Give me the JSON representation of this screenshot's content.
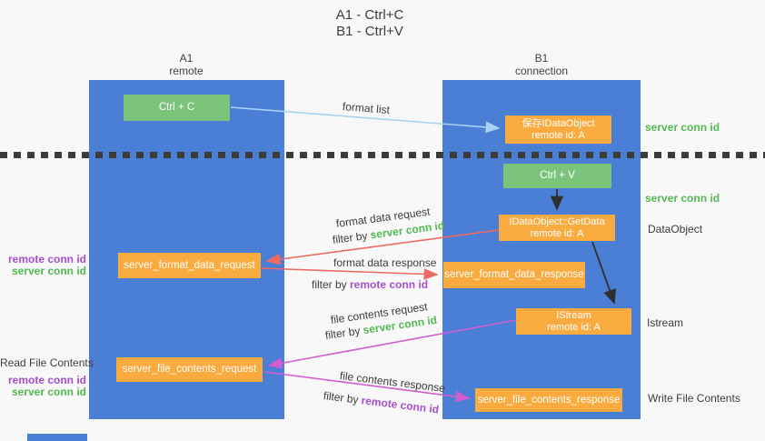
{
  "title": {
    "line1": "A1 - Ctrl+C",
    "line2": "B1 - Ctrl+V"
  },
  "columns": {
    "a1": {
      "name": "A1",
      "subtitle": "remote"
    },
    "b1": {
      "name": "B1",
      "subtitle": "connection"
    }
  },
  "nodes": {
    "ctrl_c": {
      "label": "Ctrl + C"
    },
    "save_idataobject": {
      "line1": "保存IDataObject",
      "line2": "remote id: A"
    },
    "ctrl_v": {
      "label": "Ctrl + V"
    },
    "getdata": {
      "line1": "IDataObject::GetData",
      "line2": "remote id: A"
    },
    "format_request": {
      "label": "server_format_data_request"
    },
    "format_response": {
      "label": "server_format_data_response"
    },
    "istream": {
      "line1": "IStream",
      "line2": "remote id: A"
    },
    "file_request": {
      "label": "server_file_contents_request"
    },
    "file_response": {
      "label": "server_file_contents_response"
    }
  },
  "side_labels": {
    "server_conn_id_top": "server conn id",
    "server_conn_id_mid": "server conn id",
    "dataobject": "DataObject",
    "istream": "Istream",
    "write_file_contents": "Write File Contents",
    "read_file_contents": "Read File Contents",
    "left1_remote": "remote conn id",
    "left1_server": "server conn id",
    "left2_remote": "remote conn id",
    "left2_server": "server conn id"
  },
  "arrow_labels": {
    "format_list": "format list",
    "format_data_request": {
      "text": "format data request",
      "filter_prefix": "filter by ",
      "filter_value": "server conn id"
    },
    "format_data_response": {
      "text": "format data response",
      "filter_prefix": "filter by ",
      "filter_value": "remote conn id"
    },
    "file_contents_request": {
      "text": "file contents request",
      "filter_prefix": "filter by ",
      "filter_value": "server conn id"
    },
    "file_contents_response": {
      "text": "file contents response",
      "filter_prefix": "filter by ",
      "filter_value": "remote conn id"
    }
  },
  "colors": {
    "background": "#f8f8f8",
    "column_blue": "#4a7fd5",
    "box_green": "#7cc47c",
    "box_orange": "#f9ab40",
    "text_green": "#53b953",
    "text_purple": "#a64fc9",
    "arrow_red": "#ee6a62",
    "arrow_magenta": "#cf5fd0",
    "arrow_lightblue": "#a8d4f2",
    "arrow_black": "#2f2f2f",
    "text_dark": "#3c3c3c"
  }
}
